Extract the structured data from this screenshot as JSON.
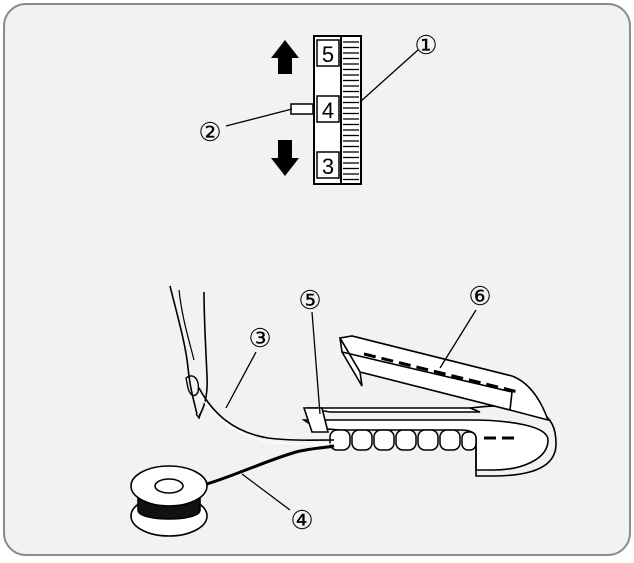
{
  "dial": {
    "numbers": [
      "5",
      "4",
      "3"
    ],
    "arrow_up": "arrow-up-icon",
    "arrow_down": "arrow-down-icon"
  },
  "callouts": [
    "①",
    "②",
    "③",
    "④",
    "⑤",
    "⑥"
  ],
  "colors": {
    "panel_fill": "#f2f2f2",
    "panel_border": "#8c8c8c",
    "ink": "#000000",
    "paper": "#ffffff"
  }
}
